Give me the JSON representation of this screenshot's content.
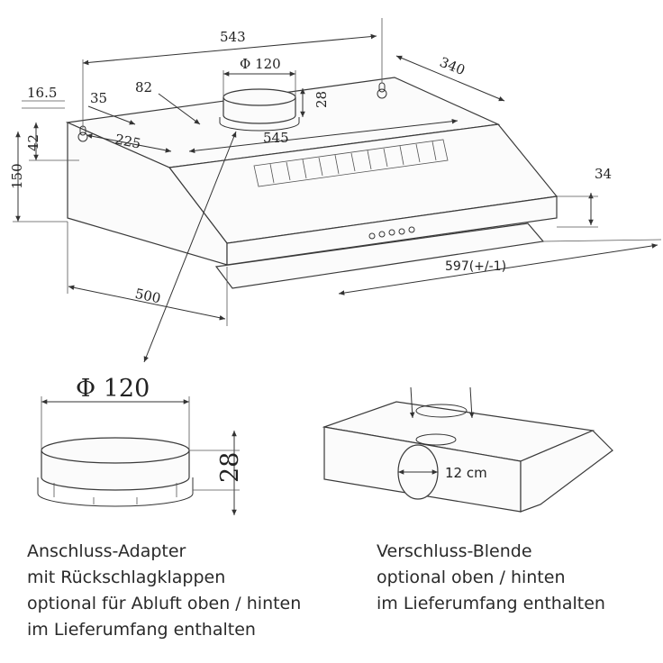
{
  "main_drawing": {
    "dimensions": {
      "width_top": "543",
      "depth_top": "340",
      "pipe_diameter": "Φ 120",
      "pipe_height": "28",
      "offset_165": "16.5",
      "offset_35": "35",
      "offset_82": "82",
      "offset_225": "225",
      "span_545": "545",
      "height_42": "42",
      "height_150": "150",
      "height_34": "34",
      "depth_500": "500",
      "width_597": "597(+/-1)"
    }
  },
  "adapter_detail": {
    "diameter": "Φ 120",
    "height": "28",
    "caption": [
      "Anschluss-Adapter",
      "mit Rückschlagklappen",
      "optional für Abluft oben / hinten",
      "im Lieferumfang enthalten"
    ]
  },
  "blende_detail": {
    "hole_label": "12 cm",
    "caption": [
      "Verschluss-Blende",
      "optional oben / hinten",
      "im Lieferumfang enthalten"
    ]
  }
}
